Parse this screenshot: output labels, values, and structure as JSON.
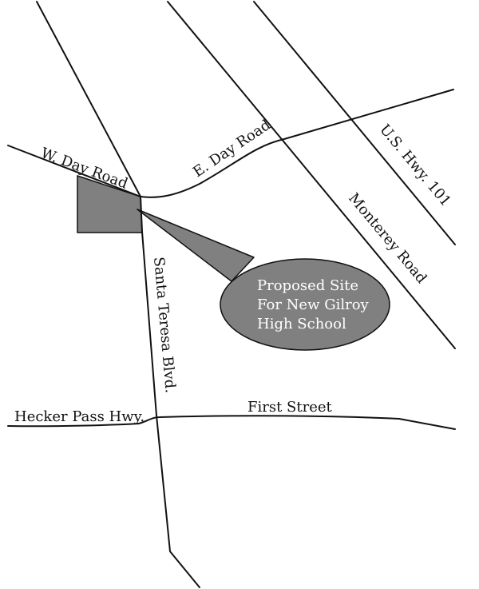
{
  "colors": {
    "site_fill": "#808080",
    "callout_fill": "#808080",
    "road_stroke": "#111111",
    "callout_text": "#ffffff"
  },
  "roads": {
    "w_day_road": "W. Day Road",
    "e_day_road": "E. Day Road",
    "us_hwy_101": "U.S. Hwy. 101",
    "monterey_road": "Monterey Road",
    "santa_teresa_blvd": "Santa Teresa Blvd.",
    "hecker_pass_hwy": "Hecker Pass Hwy.",
    "first_street": "First Street"
  },
  "callout": {
    "line1": "Proposed Site",
    "line2": "For New Gilroy",
    "line3": "High School"
  }
}
